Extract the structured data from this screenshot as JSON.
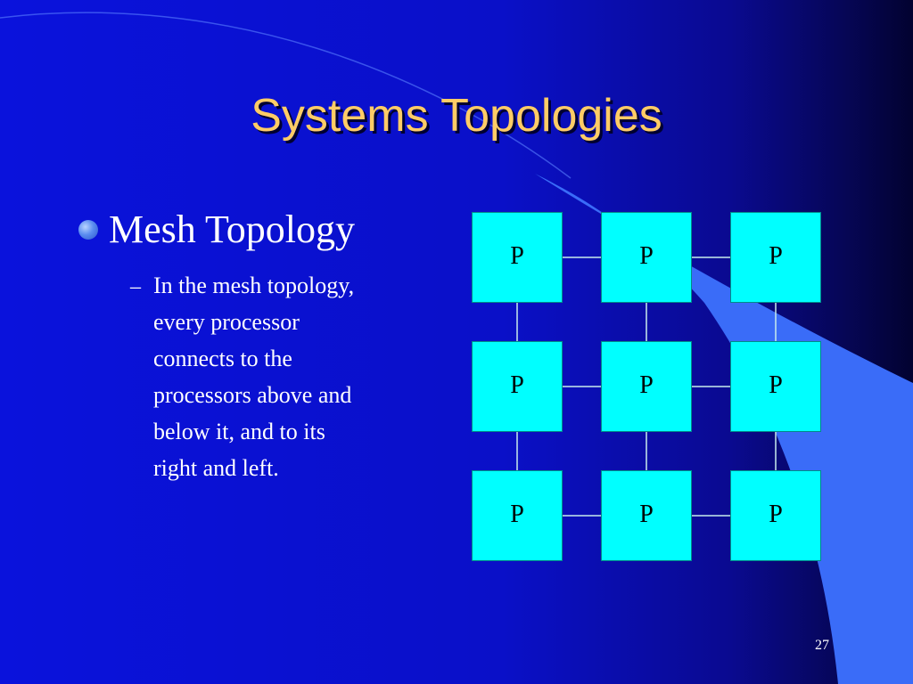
{
  "slide": {
    "title": "Systems Topologies",
    "bullet": "Mesh Topology",
    "sub_bullet_marker": "–",
    "sub_bullet_lines": [
      "In the mesh topology,",
      "every processor",
      "connects to the",
      "processors above and",
      "below it, and to its",
      "right and left."
    ],
    "page_number": "27"
  },
  "mesh": {
    "rows": 3,
    "cols": 3,
    "node_label": "P"
  },
  "colors": {
    "title": "#ffcc66",
    "node_fill": "#00ffff",
    "link": "#c8ecec",
    "swoosh": "#3a6cf8"
  }
}
